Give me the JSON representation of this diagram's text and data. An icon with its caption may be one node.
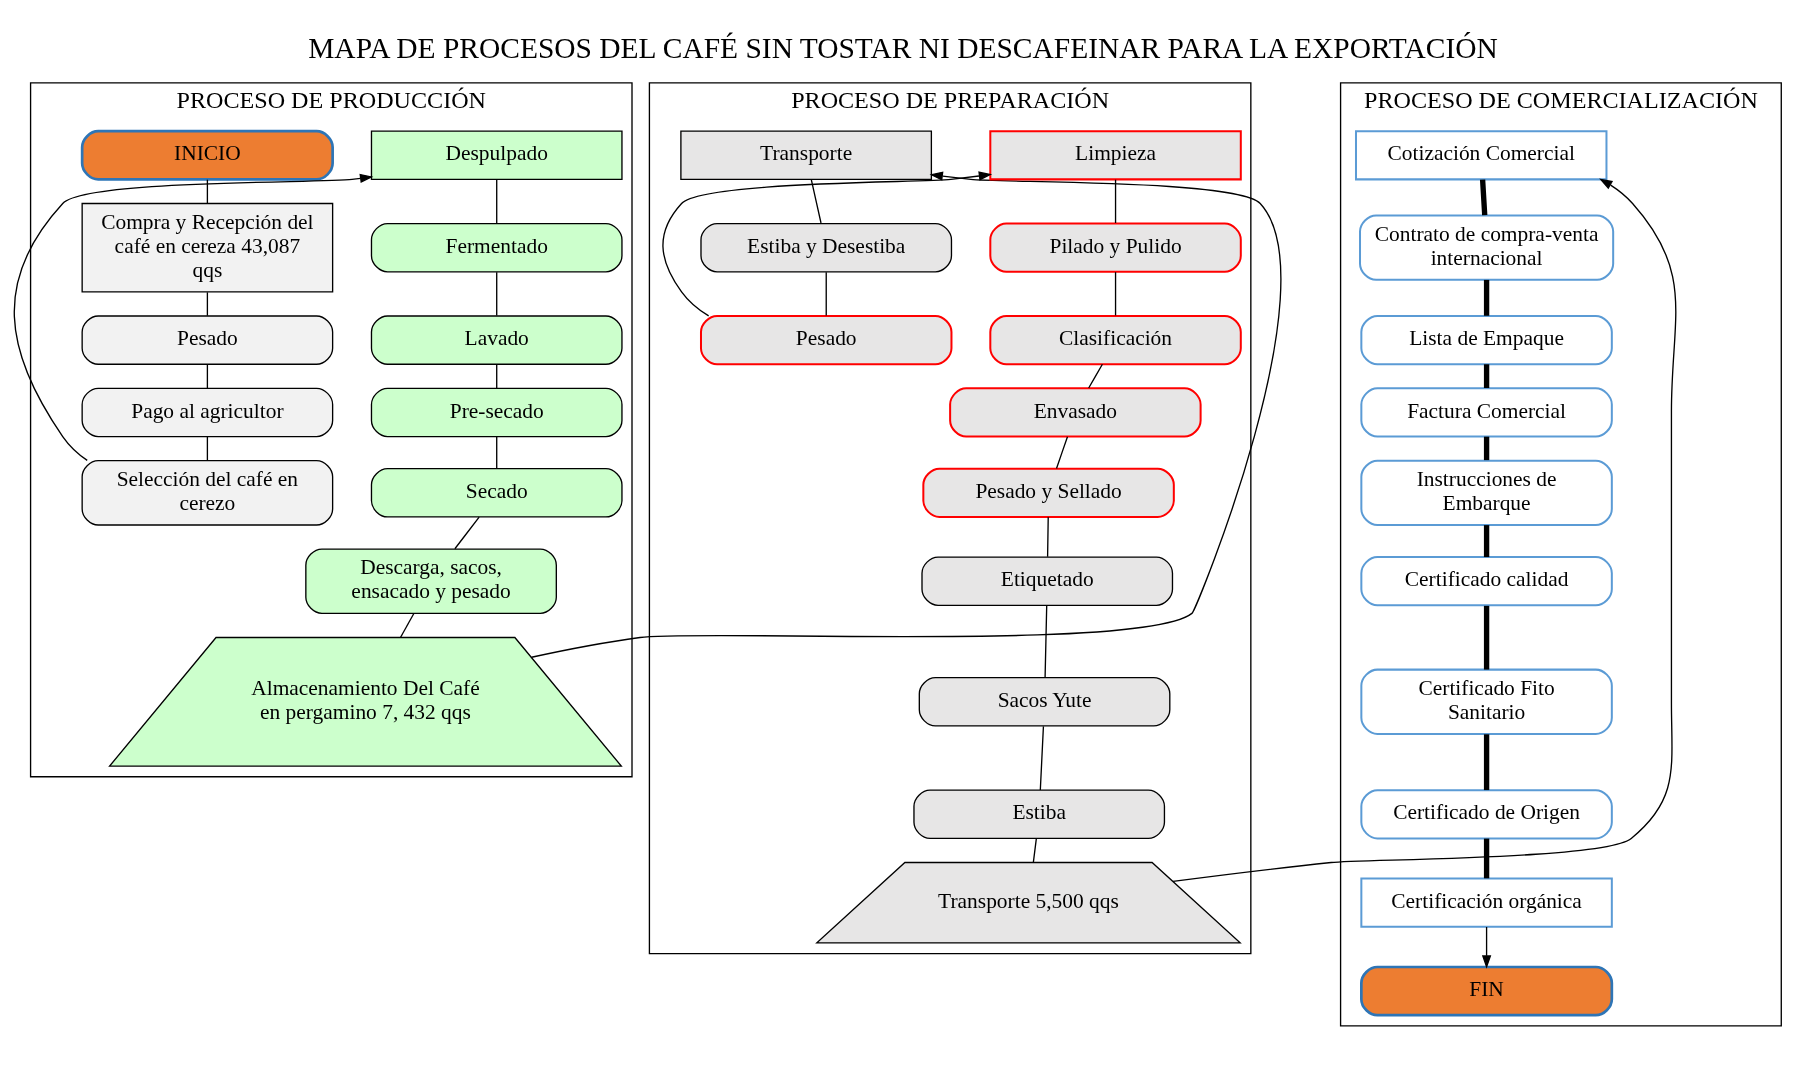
{
  "diagram": {
    "title": "MAPA DE PROCESOS DEL CAFÉ SIN TOSTAR NI DESCAFEINAR PARA LA EXPORTACIÓN",
    "nodes": [
      {
        "text": [
          "PROCESO DE PRODUCCIÓN"
        ]
      },
      {
        "text": [
          "INICIO"
        ],
        "in": 0
      },
      {
        "text": [
          "Compra y Recepción del café en cereza 43,087 qqs"
        ],
        "in": 0
      },
      {
        "text": [
          "Pesado"
        ],
        "in": 0
      },
      {
        "text": [
          "Pago al agricultor"
        ],
        "in": 0
      },
      {
        "text": [
          "Selección del café en cerezo"
        ],
        "in": 0
      },
      {
        "text": [
          "Despulpado"
        ],
        "in": 0
      },
      {
        "text": [
          "Fermentado"
        ],
        "in": 0
      },
      {
        "text": [
          "Lavado"
        ],
        "in": 0
      },
      {
        "text": [
          "Pre-secado"
        ],
        "in": 0
      },
      {
        "text": [
          "Secado"
        ],
        "in": 0
      },
      {
        "text": [
          "Descarga, sacos, ensacado y pesado"
        ],
        "in": 0
      },
      {
        "text": [
          "Almacenamiento Del Café en pergamino 7, 432 qqs"
        ],
        "in": 0
      },
      {
        "text": [
          "PROCESO DE PREPARACIÓN"
        ]
      },
      {
        "text": [
          "Transporte"
        ],
        "in": 13
      },
      {
        "text": [
          "Estiba y Desestiba"
        ],
        "in": 13
      },
      {
        "text": [
          "Pesado"
        ],
        "in": 13
      },
      {
        "text": [
          "Limpieza"
        ],
        "in": 13
      },
      {
        "text": [
          "Pilado y Pulido"
        ],
        "in": 13
      },
      {
        "text": [
          "Clasificación"
        ],
        "in": 13
      },
      {
        "text": [
          "Envasado"
        ],
        "in": 13
      },
      {
        "text": [
          "Pesado y Sellado"
        ],
        "in": 13
      },
      {
        "text": [
          "Etiquetado"
        ],
        "in": 13
      },
      {
        "text": [
          "Sacos Yute"
        ],
        "in": 13
      },
      {
        "text": [
          "Estiba"
        ],
        "in": 13
      },
      {
        "text": [
          "Transporte 5,500 qqs"
        ],
        "in": 13
      },
      {
        "text": [
          "PROCESO DE COMERCIALIZACIÓN"
        ]
      },
      {
        "text": [
          "Cotización Comercial"
        ],
        "in": 26
      },
      {
        "text": [
          "Contrato de compra-venta internacional"
        ],
        "in": 26
      },
      {
        "text": [
          "Lista de Empaque"
        ],
        "in": 26
      },
      {
        "text": [
          "Factura Comercial"
        ],
        "in": 26
      },
      {
        "text": [
          "Instrucciones de Embarque"
        ],
        "in": 26
      },
      {
        "text": [
          "Certificado calidad"
        ],
        "in": 26
      },
      {
        "text": [
          "Certificado Fito Sanitario"
        ],
        "in": 26
      },
      {
        "text": [
          "Certificado de Origen"
        ],
        "in": 26
      },
      {
        "text": [
          "Certificación orgánica"
        ],
        "in": 26
      },
      {
        "text": [
          "FIN"
        ],
        "in": 26
      }
    ],
    "edges": [
      {
        "from": 1,
        "to": 2,
        "arrow": "none"
      },
      {
        "from": 2,
        "to": 3,
        "arrow": "none"
      },
      {
        "from": 3,
        "to": 4,
        "arrow": "none"
      },
      {
        "from": 4,
        "to": 5,
        "arrow": "none"
      },
      {
        "from": 5,
        "to": 6,
        "arrow": "to"
      },
      {
        "from": 6,
        "to": 7,
        "arrow": "none"
      },
      {
        "from": 7,
        "to": 8,
        "arrow": "none"
      },
      {
        "from": 8,
        "to": 9,
        "arrow": "none"
      },
      {
        "from": 9,
        "to": 10,
        "arrow": "none"
      },
      {
        "from": 10,
        "to": 11,
        "arrow": "none"
      },
      {
        "from": 11,
        "to": 12,
        "arrow": "none"
      },
      {
        "from": 12,
        "to": 14,
        "arrow": "to"
      },
      {
        "from": 14,
        "to": 15,
        "arrow": "none"
      },
      {
        "from": 15,
        "to": 16,
        "arrow": "none"
      },
      {
        "from": 16,
        "to": 17,
        "arrow": "to"
      },
      {
        "from": 17,
        "to": 18,
        "arrow": "none"
      },
      {
        "from": 18,
        "to": 19,
        "arrow": "none"
      },
      {
        "from": 19,
        "to": 20,
        "arrow": "none"
      },
      {
        "from": 20,
        "to": 21,
        "arrow": "none"
      },
      {
        "from": 21,
        "to": 22,
        "arrow": "none"
      },
      {
        "from": 22,
        "to": 23,
        "arrow": "none"
      },
      {
        "from": 23,
        "to": 24,
        "arrow": "none"
      },
      {
        "from": 24,
        "to": 25,
        "arrow": "none"
      },
      {
        "from": 25,
        "to": 27,
        "arrow": "to"
      },
      {
        "from": 27,
        "to": 28,
        "arrow": "none",
        "style": "thick"
      },
      {
        "from": 28,
        "to": 29,
        "arrow": "none",
        "style": "thick"
      },
      {
        "from": 29,
        "to": 30,
        "arrow": "none",
        "style": "thick"
      },
      {
        "from": 30,
        "to": 31,
        "arrow": "none",
        "style": "thick"
      },
      {
        "from": 31,
        "to": 32,
        "arrow": "none",
        "style": "thick"
      },
      {
        "from": 32,
        "to": 33,
        "arrow": "none",
        "style": "thick"
      },
      {
        "from": 33,
        "to": 34,
        "arrow": "none",
        "style": "thick"
      },
      {
        "from": 34,
        "to": 35,
        "arrow": "none",
        "style": "thick"
      },
      {
        "from": 35,
        "to": 36,
        "arrow": "to"
      }
    ]
  }
}
